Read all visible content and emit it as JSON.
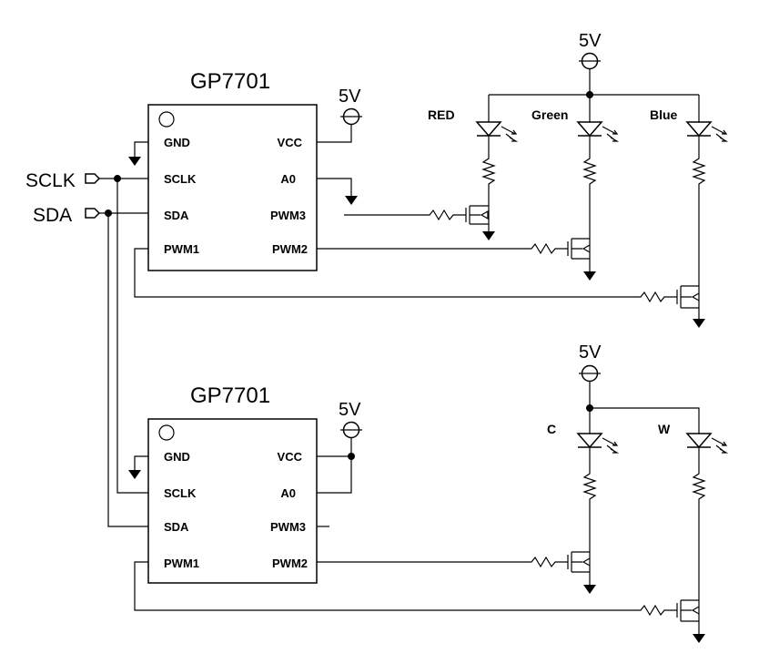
{
  "chip_top": {
    "title": "GP7701",
    "pins_left": [
      "GND",
      "SCLK",
      "SDA",
      "PWM1"
    ],
    "pins_right": [
      "VCC",
      "A0",
      "PWM3",
      "PWM2"
    ]
  },
  "chip_bottom": {
    "title": "GP7701",
    "pins_left": [
      "GND",
      "SCLK",
      "SDA",
      "PWM1"
    ],
    "pins_right": [
      "VCC",
      "A0",
      "PWM3",
      "PWM2"
    ]
  },
  "signals": {
    "sclk": "SCLK",
    "sda": "SDA"
  },
  "supply": {
    "label": "5V"
  },
  "leds_top": [
    "RED",
    "Green",
    "Blue"
  ],
  "leds_bottom": [
    "C",
    "W"
  ]
}
